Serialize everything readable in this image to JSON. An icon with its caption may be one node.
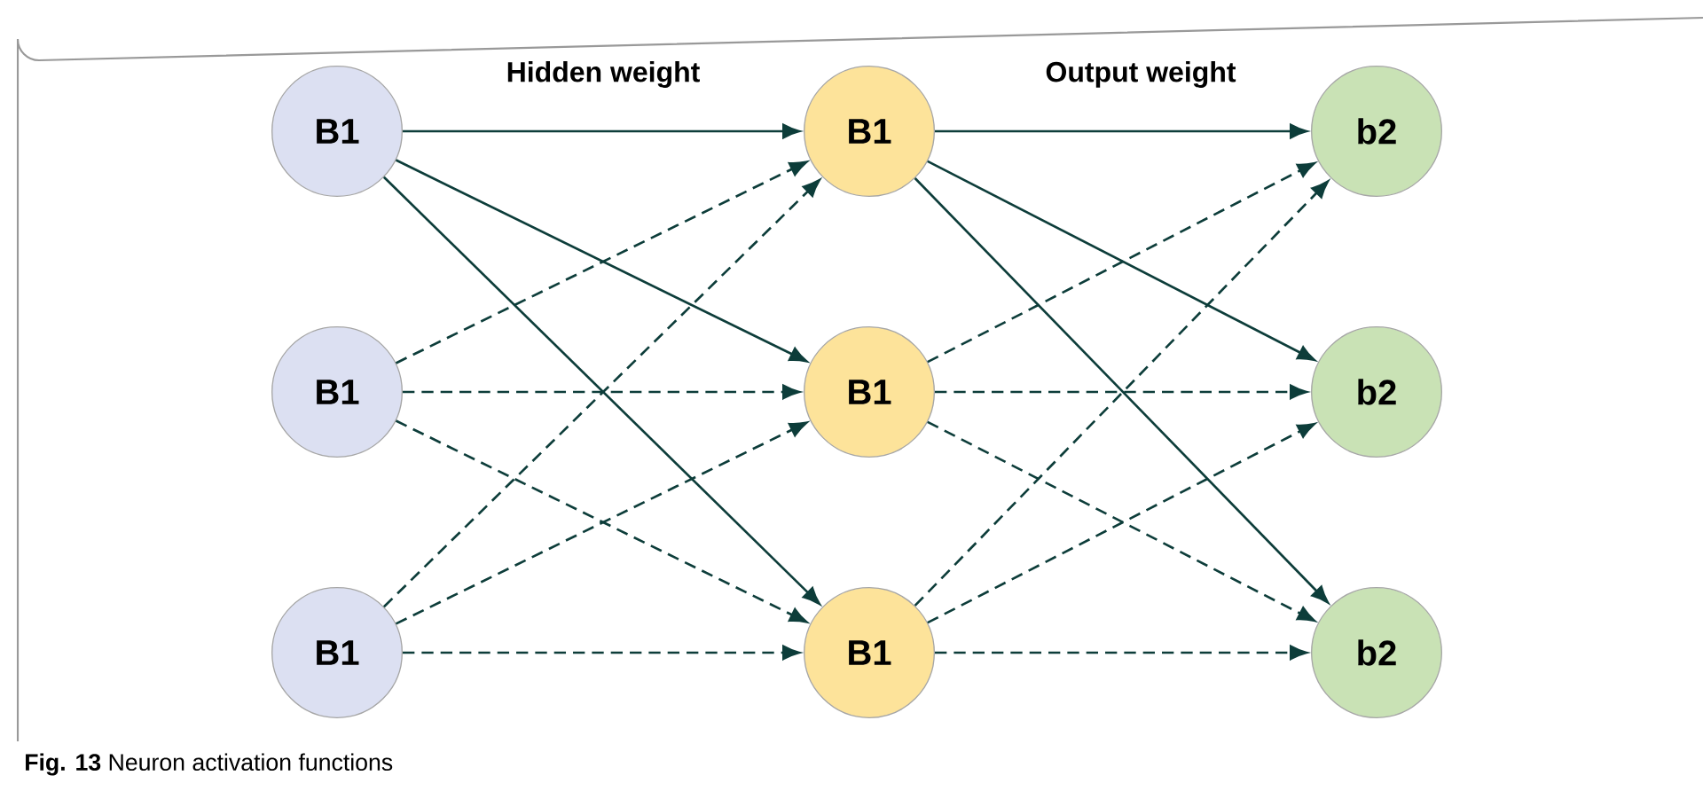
{
  "diagram": {
    "caption": "**Fig. 13** Neuron activation functions",
    "nodes": [
      {
        "text": [
          "B1"
        ]
      },
      {
        "text": [
          "B1"
        ]
      },
      {
        "text": [
          "B1"
        ]
      },
      {
        "text": [
          "B1"
        ]
      },
      {
        "text": [
          "B1"
        ]
      },
      {
        "text": [
          "B1"
        ]
      },
      {
        "text": [
          "b2"
        ]
      },
      {
        "text": [
          "b2"
        ]
      },
      {
        "text": [
          "b2"
        ]
      }
    ],
    "edges": [
      {
        "from": 0,
        "to": 3,
        "arrow": "to"
      },
      {
        "from": 0,
        "to": 4,
        "arrow": "to"
      },
      {
        "from": 0,
        "to": 5,
        "arrow": "to"
      },
      {
        "from": 1,
        "to": 3,
        "arrow": "to",
        "style": "dashed"
      },
      {
        "from": 1,
        "to": 4,
        "arrow": "to",
        "style": "dashed"
      },
      {
        "from": 1,
        "to": 5,
        "arrow": "to",
        "style": "dashed"
      },
      {
        "from": 2,
        "to": 3,
        "arrow": "to",
        "style": "dashed"
      },
      {
        "from": 2,
        "to": 4,
        "arrow": "to",
        "style": "dashed"
      },
      {
        "from": 2,
        "to": 5,
        "arrow": "to",
        "style": "dashed"
      },
      {
        "from": 3,
        "to": 6,
        "arrow": "to"
      },
      {
        "from": 3,
        "to": 7,
        "arrow": "to"
      },
      {
        "from": 3,
        "to": 8,
        "arrow": "to"
      },
      {
        "from": 4,
        "to": 6,
        "arrow": "to",
        "style": "dashed"
      },
      {
        "from": 4,
        "to": 7,
        "arrow": "to",
        "style": "dashed"
      },
      {
        "from": 4,
        "to": 8,
        "arrow": "to",
        "style": "dashed"
      },
      {
        "from": 5,
        "to": 6,
        "arrow": "to",
        "style": "dashed"
      },
      {
        "from": 5,
        "to": 7,
        "arrow": "to",
        "style": "dashed"
      },
      {
        "from": 5,
        "to": 8,
        "arrow": "to",
        "style": "dashed"
      }
    ],
    "labels": [
      "Hidden weight",
      "Output weight"
    ]
  }
}
